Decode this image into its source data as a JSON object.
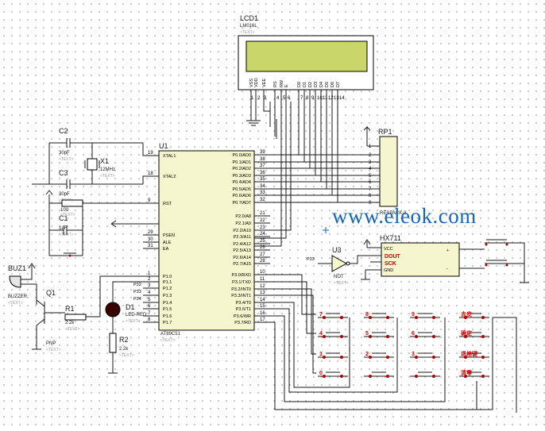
{
  "watermark": "www.eleok.com",
  "colors": {
    "wire": "#1a1a1a",
    "body": "#f6f6ce",
    "lcd": "#c9d76a",
    "text_watermark": "#1565c0",
    "node": "#b00000"
  },
  "lcd": {
    "ref": "LCD1",
    "part": "LM016L",
    "placeholder": "<TEXT>",
    "pins": [
      "VSS",
      "VDD",
      "VEE",
      "RS",
      "RW",
      "E",
      "D0",
      "D1",
      "D2",
      "D3",
      "D4",
      "D5",
      "D6",
      "D7"
    ],
    "pin_numbers": [
      "1",
      "2",
      "3",
      "4",
      "5",
      "6",
      "7",
      "8",
      "9",
      "10",
      "11",
      "12",
      "13",
      "14"
    ]
  },
  "mcu": {
    "ref": "U1",
    "part": "AT89C51",
    "placeholder": "<TEXT>",
    "left_pins": [
      {
        "num": "19",
        "name": "XTAL1"
      },
      {
        "num": "18",
        "name": "XTAL2"
      },
      {
        "num": "9",
        "name": "RST"
      },
      {
        "num": "29",
        "name": "PSEN"
      },
      {
        "num": "30",
        "name": "ALE"
      },
      {
        "num": "31",
        "name": "EA"
      },
      {
        "num": "1",
        "name": "P1.0"
      },
      {
        "num": "2",
        "name": "P1.1"
      },
      {
        "num": "3",
        "name": "P1.2"
      },
      {
        "num": "4",
        "name": "P1.3"
      },
      {
        "num": "5",
        "name": "P1.4"
      },
      {
        "num": "6",
        "name": "P1.5"
      },
      {
        "num": "7",
        "name": "P1.6"
      },
      {
        "num": "8",
        "name": "P1.7"
      }
    ],
    "right_pins": [
      {
        "num": "39",
        "name": "P0.0/AD0"
      },
      {
        "num": "38",
        "name": "P0.1/AD1"
      },
      {
        "num": "37",
        "name": "P0.2/AD2"
      },
      {
        "num": "36",
        "name": "P0.3/AD3"
      },
      {
        "num": "35",
        "name": "P0.4/AD4"
      },
      {
        "num": "34",
        "name": "P0.5/AD5"
      },
      {
        "num": "33",
        "name": "P0.6/AD6"
      },
      {
        "num": "32",
        "name": "P0.7/AD7"
      },
      {
        "num": "21",
        "name": "P2.0/A8"
      },
      {
        "num": "22",
        "name": "P2.1/A9"
      },
      {
        "num": "23",
        "name": "P2.2/A10"
      },
      {
        "num": "24",
        "name": "P2.3/A11"
      },
      {
        "num": "25",
        "name": "P2.4/A12"
      },
      {
        "num": "26",
        "name": "P2.5/A13"
      },
      {
        "num": "27",
        "name": "P2.6/A14"
      },
      {
        "num": "28",
        "name": "P2.7/A15"
      },
      {
        "num": "10",
        "name": "P3.0/RXD"
      },
      {
        "num": "11",
        "name": "P3.1/TXD"
      },
      {
        "num": "12",
        "name": "P3.2/INT0"
      },
      {
        "num": "13",
        "name": "P3.3/INT1"
      },
      {
        "num": "14",
        "name": "P3.4/T0"
      },
      {
        "num": "15",
        "name": "P3.5/T1"
      },
      {
        "num": "16",
        "name": "P3.6/WR"
      },
      {
        "num": "17",
        "name": "P3.7/RD"
      }
    ]
  },
  "p3_labels": [
    "P32",
    "P33",
    "P34"
  ],
  "rp1": {
    "ref": "RP1",
    "part": "RESPACK-8",
    "pins": [
      "1",
      "2",
      "3",
      "4",
      "5",
      "6",
      "7",
      "8",
      "9"
    ]
  },
  "hx711": {
    "ref": "HX711",
    "pins": [
      "VCC",
      "DOUT",
      "SCK",
      "GND"
    ]
  },
  "u3": {
    "ref": "U3",
    "part": "NOT",
    "placeholder": "<TEXT>",
    "input_label": "P33"
  },
  "c2": {
    "ref": "C2",
    "value": "30pF",
    "placeholder": "<TEXT>"
  },
  "c3": {
    "ref": "C3",
    "value": "30pF",
    "placeholder": "<TEXT>"
  },
  "c1": {
    "ref": "C1",
    "value": "1uF",
    "placeholder": "<TEXT>"
  },
  "x1": {
    "ref": "X1",
    "value": "12MHz",
    "placeholder": "<TEXT>"
  },
  "rrst": {
    "value": "100",
    "placeholder": "<TEXT>"
  },
  "buz": {
    "ref": "BUZ1",
    "part": "BUZZER",
    "placeholder": "<TEXT>"
  },
  "q1": {
    "ref": "Q1",
    "part": "PNP",
    "placeholder": "<TEXT>"
  },
  "r1": {
    "ref": "R1",
    "value": "2.2k",
    "placeholder": "<TEXT>"
  },
  "r2": {
    "ref": "R2",
    "value": "2.2k",
    "placeholder": "<TEXT>"
  },
  "d1": {
    "ref": "D1",
    "part": "LED-RED",
    "placeholder": "<TEXT>"
  },
  "keypad": {
    "keys": [
      "7",
      "8",
      "9",
      "去皮",
      "4",
      "5",
      "6",
      "确定",
      "1",
      "2",
      "3",
      "退格键",
      "0",
      "",
      "",
      "清零"
    ]
  }
}
